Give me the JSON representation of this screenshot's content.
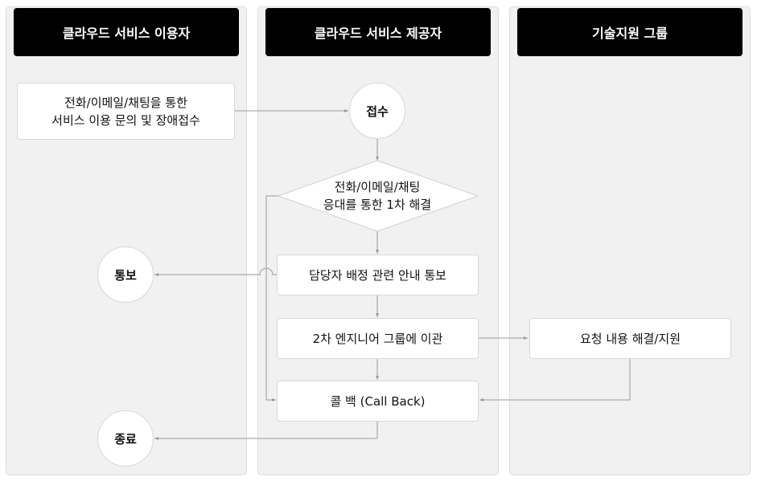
{
  "lanes": [
    {
      "title": "클라우드 서비스 이용자"
    },
    {
      "title": "클라우드 서비스 제공자"
    },
    {
      "title": "기술지원 그룹"
    }
  ],
  "nodes": {
    "inquiry": {
      "shape": "rect",
      "label": "전화/이메일/채팅을 통한\n서비스 이용 문의 및 장애접수"
    },
    "receipt": {
      "shape": "circle",
      "label": "접수"
    },
    "first_resolution": {
      "shape": "diamond",
      "label": "전화/이메일/채팅\n응대를 통한 1차 해결"
    },
    "assignment_notice": {
      "shape": "rect",
      "label": "담당자 배정 관련 안내 통보"
    },
    "escalate": {
      "shape": "rect",
      "label": "2차 엔지니어 그룹에 이관"
    },
    "callback": {
      "shape": "rect",
      "label": "콜 백 (Call Back)"
    },
    "resolve_support": {
      "shape": "rect",
      "label": "요청 내용 해결/지원"
    },
    "notify": {
      "shape": "circle",
      "label": "통보"
    },
    "end": {
      "shape": "circle",
      "label": "종료"
    }
  },
  "edges": [
    {
      "from": "inquiry",
      "to": "receipt"
    },
    {
      "from": "receipt",
      "to": "first_resolution"
    },
    {
      "from": "first_resolution",
      "to": "assignment_notice"
    },
    {
      "from": "first_resolution",
      "to": "callback"
    },
    {
      "from": "assignment_notice",
      "to": "notify"
    },
    {
      "from": "assignment_notice",
      "to": "escalate"
    },
    {
      "from": "escalate",
      "to": "resolve_support"
    },
    {
      "from": "escalate",
      "to": "callback"
    },
    {
      "from": "resolve_support",
      "to": "callback"
    },
    {
      "from": "callback",
      "to": "end"
    }
  ],
  "colors": {
    "lane_bg": "#f1f1f1",
    "header_bg": "#000000",
    "header_text": "#ffffff",
    "node_bg": "#ffffff",
    "line": "#9a9a9a"
  }
}
